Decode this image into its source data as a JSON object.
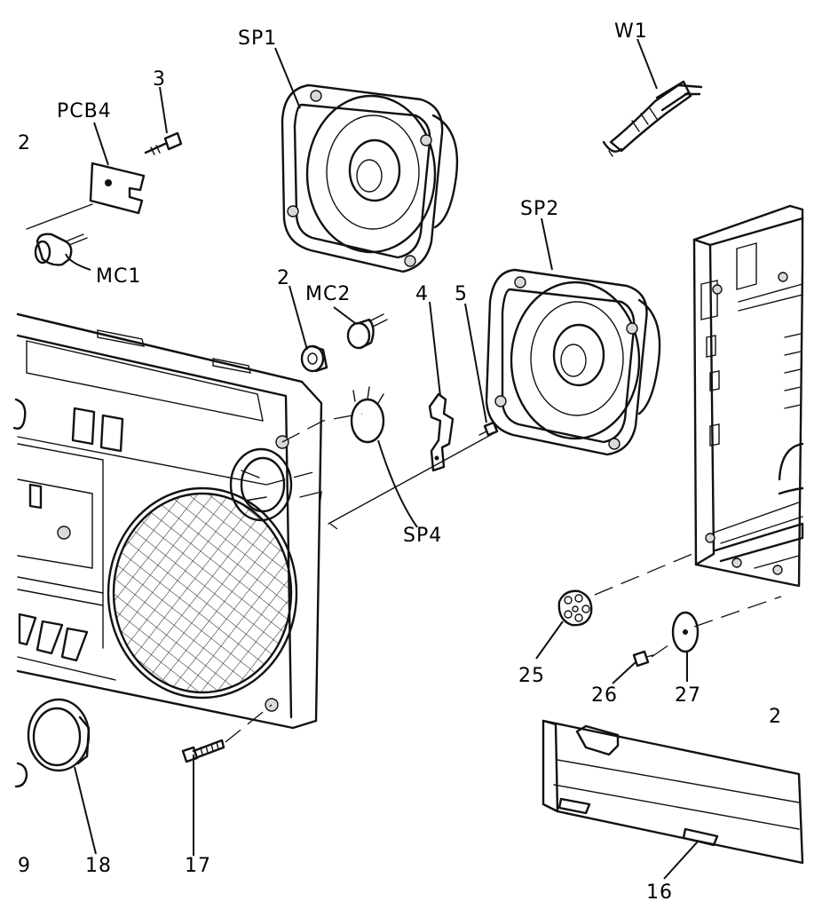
{
  "labels": {
    "sp1": "SP1",
    "w1": "W1",
    "pcb4": "PCB4",
    "screw_3": "3",
    "mc1": "MC1",
    "sp2": "SP2",
    "ring_2": "2",
    "mc2": "MC2",
    "bracket_4": "4",
    "screw_5": "5",
    "sp4": "SP4",
    "knob_25": "25",
    "screw_26": "26",
    "washer_27": "27",
    "part_28_partial": "2",
    "screw_17": "17",
    "ring_18": "18",
    "part_19_partial": "9",
    "panel_16": "16",
    "part_12_partial": "2"
  }
}
